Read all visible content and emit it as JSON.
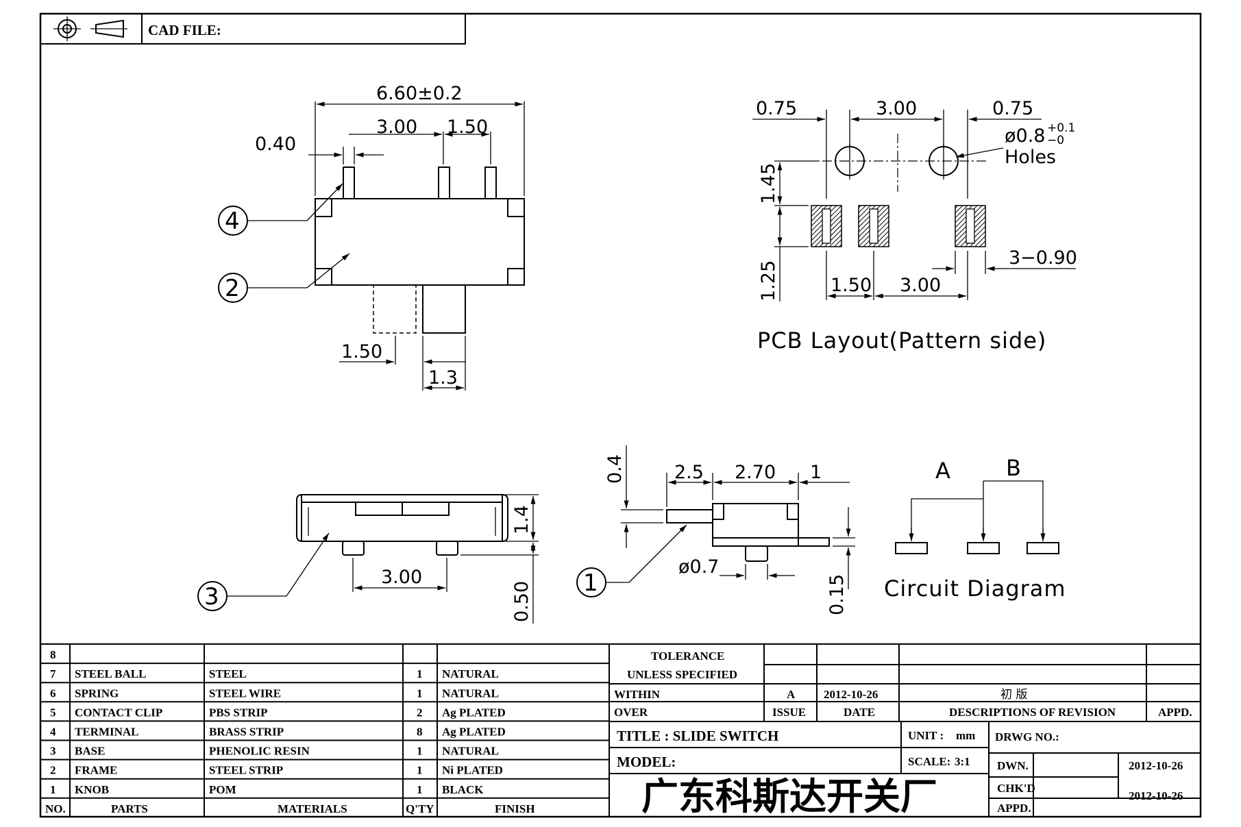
{
  "header": {
    "cad_label": "CAD FILE:"
  },
  "top_view": {
    "dim_overall": "6.60±0.2",
    "dim_pin_pitch": "3.00",
    "dim_pin_pitch2": "1.50",
    "dim_pin_width": "0.40",
    "dim_knob_offset": "1.50",
    "dim_knob_width": "1.3",
    "balloon_4": "4",
    "balloon_2": "2"
  },
  "pcb_layout": {
    "dim_left": "0.75",
    "dim_mid": "3.00",
    "dim_right": "0.75",
    "hole_spec": "ø0.8",
    "hole_tol_plus": "+0.1",
    "hole_tol_minus": "−0",
    "hole_label": "Holes",
    "dim_v1": "1.45",
    "dim_v2": "1.25",
    "dim_pad": "3−0.90",
    "dim_pad_pitch1": "1.50",
    "dim_pad_pitch2": "3.00",
    "caption": "PCB Layout(Pattern side)"
  },
  "front_view": {
    "dim_height": "1.4",
    "dim_pitch": "3.00",
    "dim_standoff": "0.50",
    "balloon_3": "3"
  },
  "side_view": {
    "dim_knob_thk": "0.4",
    "dim_knob_travel": "2.5",
    "dim_body": "2.70",
    "dim_one": "1",
    "dim_pin_dia": "ø0.7",
    "dim_foot": "0.15",
    "balloon_1": "1"
  },
  "circuit": {
    "label_a": "A",
    "label_b": "B",
    "caption": "Circuit Diagram"
  },
  "bom": {
    "rows": [
      {
        "no": "8",
        "part": "",
        "material": "",
        "qty": "",
        "finish": ""
      },
      {
        "no": "7",
        "part": "STEEL BALL",
        "material": "STEEL",
        "qty": "1",
        "finish": "NATURAL"
      },
      {
        "no": "6",
        "part": "SPRING",
        "material": "STEEL WIRE",
        "qty": "1",
        "finish": "NATURAL"
      },
      {
        "no": "5",
        "part": "CONTACT CLIP",
        "material": "PBS STRIP",
        "qty": "2",
        "finish": "Ag PLATED"
      },
      {
        "no": "4",
        "part": "TERMINAL",
        "material": "BRASS STRIP",
        "qty": "8",
        "finish": "Ag PLATED"
      },
      {
        "no": "3",
        "part": "BASE",
        "material": "PHENOLIC RESIN",
        "qty": "1",
        "finish": "NATURAL"
      },
      {
        "no": "2",
        "part": "FRAME",
        "material": "STEEL STRIP",
        "qty": "1",
        "finish": "Ni PLATED"
      },
      {
        "no": "1",
        "part": "KNOB",
        "material": "POM",
        "qty": "1",
        "finish": "BLACK"
      }
    ],
    "headers": {
      "no": "NO.",
      "part": "PARTS",
      "material": "MATERIALS",
      "qty": "Q'TY",
      "finish": "FINISH"
    }
  },
  "title_block": {
    "tolerance_1": "TOLERANCE",
    "tolerance_2": "UNLESS  SPECIFIED",
    "within": "WITHIN",
    "over": "OVER",
    "rev_issue": "A",
    "rev_date": "2012-10-26",
    "rev_desc": "初  版",
    "h_issue": "ISSUE",
    "h_date": "DATE",
    "h_desc": "DESCRIPTIONS  OF  REVISION",
    "h_appd": "APPD.",
    "title": "TITLE :  SLIDE  SWITCH",
    "unit_label": "UNIT :",
    "unit_value": "mm",
    "drwg_no": "DRWG  NO.:",
    "model": "MODEL:",
    "scale_label": "SCALE:",
    "scale_value": "3:1",
    "dwn": "DWN.",
    "dwn_date": "2012-10-26",
    "company": "广东科斯达开关厂",
    "chkd": "CHK'D",
    "appd": "APPD.",
    "chk_date": "2012-10-26"
  }
}
